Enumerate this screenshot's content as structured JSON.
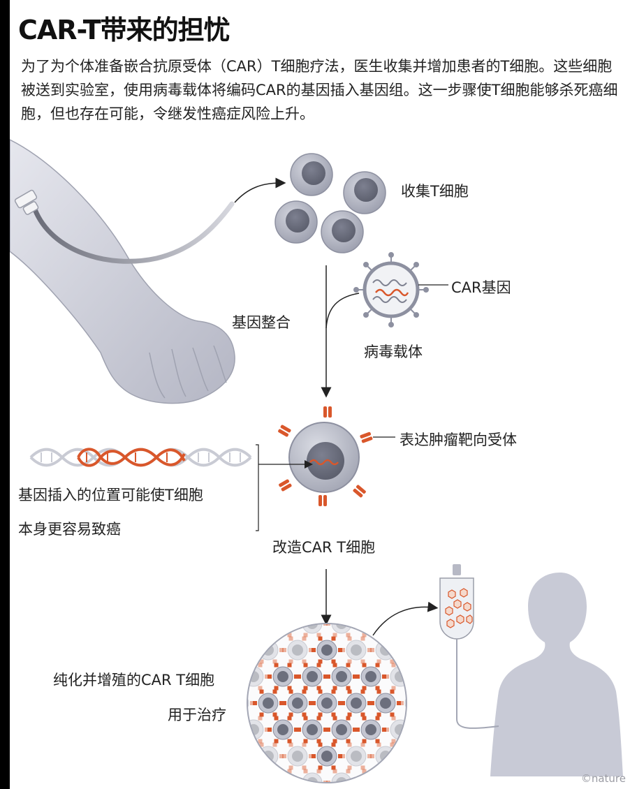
{
  "title": "CAR-T带来的担忧",
  "intro": "为了为个体准备嵌合抗原受体（CAR）T细胞疗法，医生收集并增加患者的T细胞。这些细胞被送到实验室，使用病毒载体将编码CAR的基因插入基因组。这一步骤使T细胞能够杀死癌细胞，但也存在可能，令继发性癌症风险上升。",
  "labels": {
    "collect": "收集T细胞",
    "car_gene": "CAR基因",
    "integration": "基因整合",
    "viral_vector": "病毒载体",
    "receptor": "表达肿瘤靶向受体",
    "insertion_line1": "基因插入的位置可能使T细胞",
    "insertion_line2": "本身更容易致癌",
    "modified": "改造CAR T细胞",
    "purified_line1": "纯化并增殖的CAR T细胞",
    "purified_line2": "用于治疗"
  },
  "credit": "©nature",
  "colors": {
    "accent": "#d9572b",
    "cell": "#a9abb8",
    "silhouette": "#c8cad6",
    "text": "#222222"
  }
}
